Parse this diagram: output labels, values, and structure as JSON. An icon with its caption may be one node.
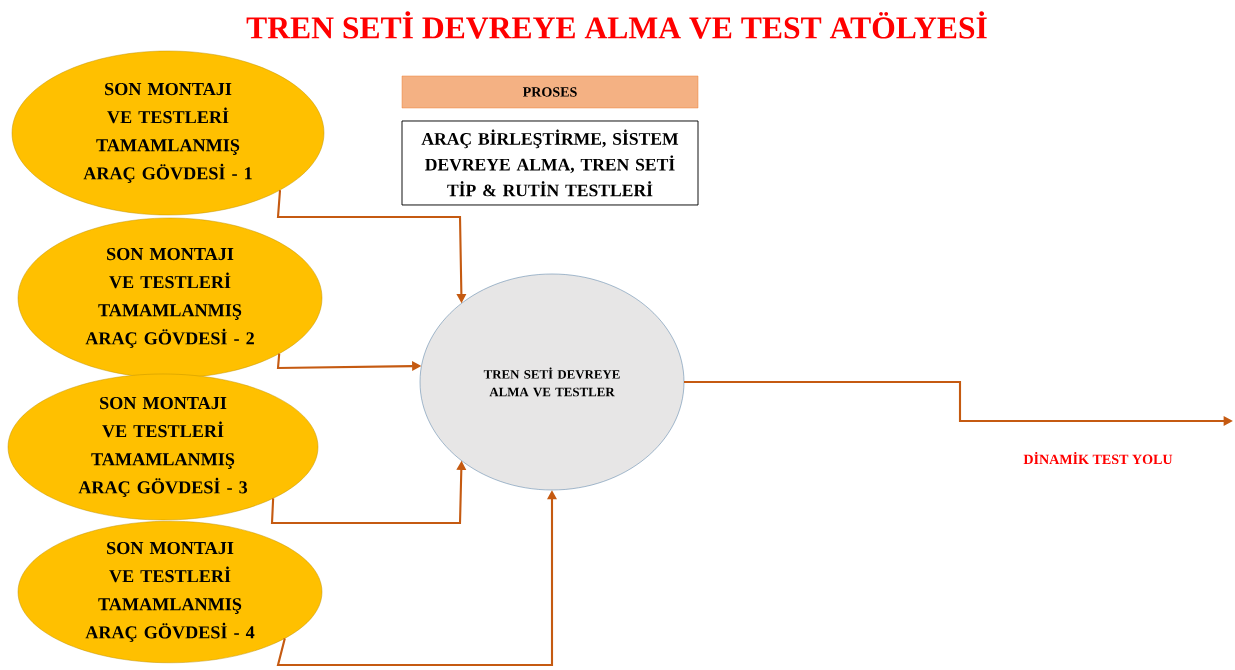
{
  "diagram": {
    "title": "TREN SETİ DEVREYE ALMA VE TEST ATÖLYESİ",
    "nodes": [
      {
        "text": [
          "SON MONTAJI VE TESTLERİ TAMAMLANMIŞ ARAÇ GÖVDESİ - 1"
        ]
      },
      {
        "text": [
          "SON MONTAJI VE TESTLERİ TAMAMLANMIŞ ARAÇ GÖVDESİ - 2"
        ]
      },
      {
        "text": [
          "SON MONTAJI VE TESTLERİ TAMAMLANMIŞ ARAÇ GÖVDESİ - 3"
        ]
      },
      {
        "text": [
          "SON MONTAJI VE TESTLERİ TAMAMLANMIŞ ARAÇ GÖVDESİ - 4"
        ]
      },
      {
        "text": [
          "PROSES"
        ]
      },
      {
        "text": [
          "ARAÇ BİRLEŞTİRME, SİSTEM DEVREYE ALMA, TREN SETİ TİP & RUTİN TESTLERİ"
        ]
      },
      {
        "text": [
          "TREN SETİ DEVREYE ALMA VE TESTLER"
        ]
      }
    ],
    "edges": [
      {
        "from": 0,
        "to": 6,
        "arrow": "to"
      },
      {
        "from": 1,
        "to": 6,
        "arrow": "to"
      },
      {
        "from": 2,
        "to": 6,
        "arrow": "to"
      },
      {
        "from": 3,
        "to": 6,
        "arrow": "to"
      },
      {
        "from": 6,
        "to": null,
        "arrow": "to",
        "label": "DİNAMİK TEST YOLU"
      }
    ]
  }
}
